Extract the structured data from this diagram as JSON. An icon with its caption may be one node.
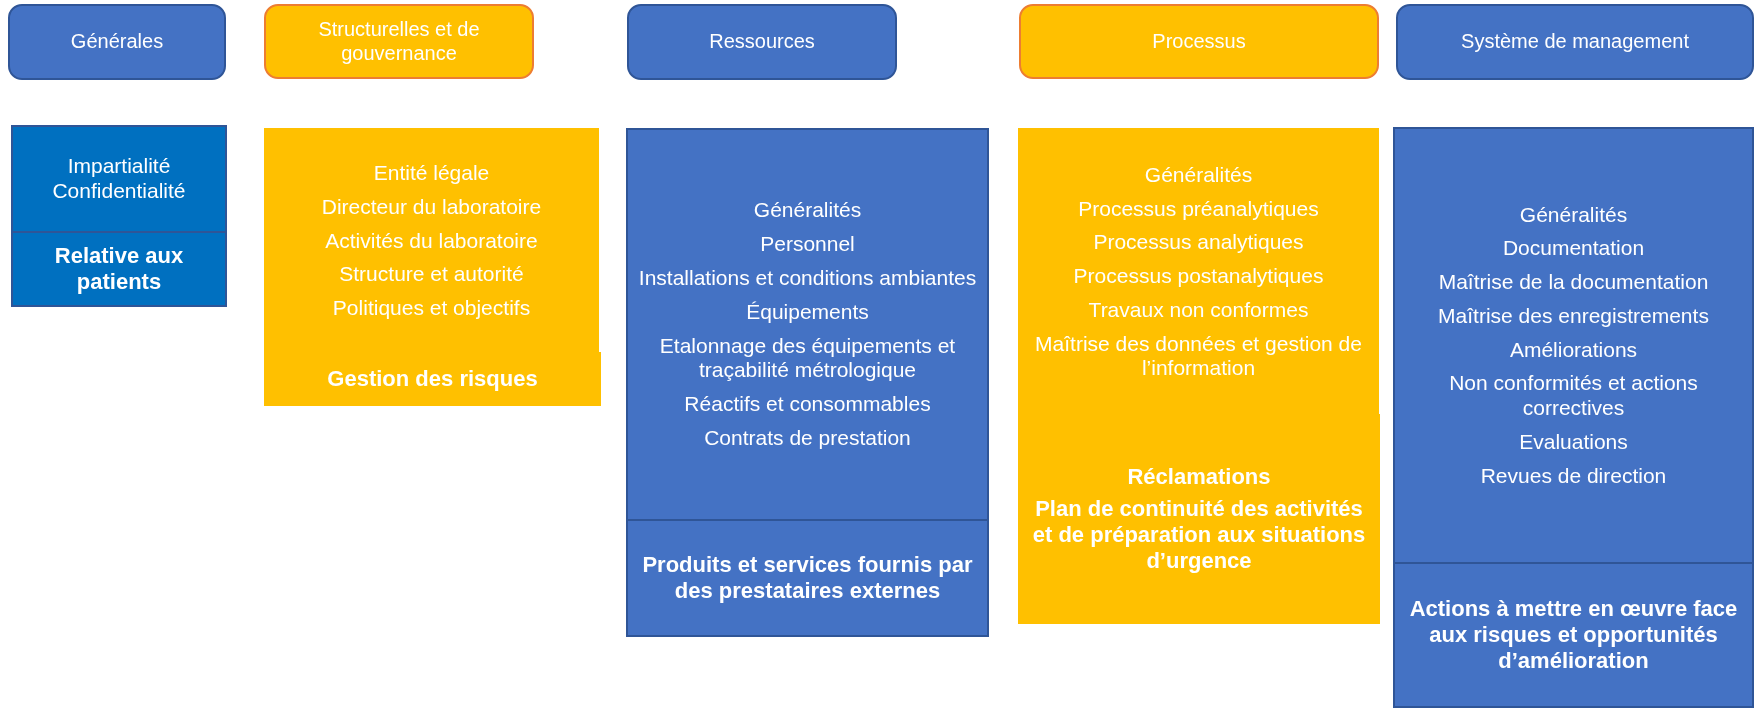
{
  "diagram": {
    "nodes": [
      {
        "text": [
          "Générales"
        ]
      },
      {
        "text": [
          "Structurelles et de gouvernance"
        ]
      },
      {
        "text": [
          "Ressources"
        ]
      },
      {
        "text": [
          "Processus"
        ]
      },
      {
        "text": [
          "Système de management"
        ]
      },
      {
        "text": [
          "Impartialité",
          "Confidentialité"
        ]
      },
      {
        "text": [
          "Relative aux patients"
        ]
      },
      {
        "text": [
          "Entité légale",
          "Directeur du laboratoire",
          "Activités du laboratoire",
          "Structure et autorité",
          "Politiques et objectifs"
        ]
      },
      {
        "text": [
          "Gestion des risques"
        ]
      },
      {
        "text": [
          "Généralités",
          "Personnel",
          "Installations et conditions ambiantes",
          "Équipements",
          "Etalonnage des équipements et traçabilité métrologique",
          "Réactifs et consommables",
          "Contrats de prestation"
        ]
      },
      {
        "text": [
          "Produits et services fournis par des prestataires externes"
        ]
      },
      {
        "text": [
          "Généralités",
          "Processus préanalytiques",
          "Processus analytiques",
          "Processus postanalytiques",
          "Travaux non conformes",
          "Maîtrise des données et gestion de l’information"
        ]
      },
      {
        "text": [
          "Réclamations",
          "Plan de continuité des activités et de préparation aux situations d’urgence"
        ]
      },
      {
        "text": [
          "Généralités",
          "Documentation",
          "Maîtrise de la documentation",
          "Maîtrise des enregistrements",
          "Améliorations",
          "Non conformités et actions correctives",
          "Evaluations",
          "Revues de direction"
        ]
      },
      {
        "text": [
          "Actions à mettre en œuvre face aux risques et opportunités d’amélioration"
        ]
      }
    ]
  }
}
